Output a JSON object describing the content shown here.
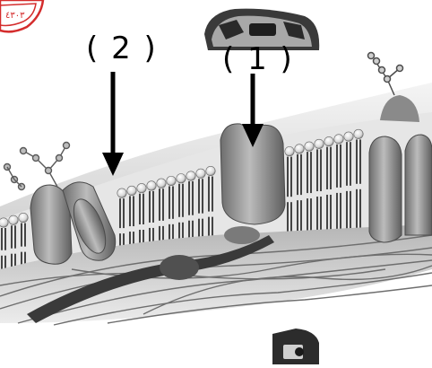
{
  "labels": {
    "label_2": "( 2 )",
    "label_1": "( 1 )"
  },
  "structures": {
    "arrow_2_target": "phospholipid-head",
    "arrow_1_target": "channel-protein"
  },
  "colors": {
    "stamp": "#d42c2c",
    "protein": "#9a9a9a",
    "head": "#e8e8e8",
    "fiber": "#6e6e6e",
    "arrow": "#000000"
  },
  "stamp": {
    "text": "٤٣٠٣"
  }
}
